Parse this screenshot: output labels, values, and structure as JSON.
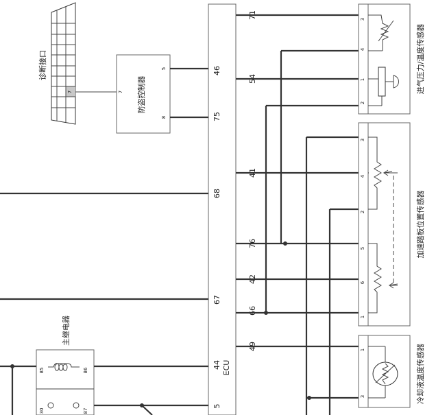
{
  "diagnostic_port": {
    "label": "诊断接口",
    "pin": "7"
  },
  "immobilizer": {
    "label": "防盗控制器",
    "pins": [
      "7",
      "5",
      "8"
    ]
  },
  "relay": {
    "label": "主继电器",
    "pins": [
      "85",
      "86",
      "30",
      "87"
    ]
  },
  "ecu": {
    "label": "ECU",
    "pins": [
      "71",
      "54",
      "46",
      "75",
      "41",
      "68",
      "76",
      "42",
      "67",
      "66",
      "49",
      "44",
      "5"
    ]
  },
  "map_sensor": {
    "label": "进气压力/温度传感器",
    "pins": [
      "3",
      "4",
      "1",
      "2"
    ]
  },
  "pedal_sensor": {
    "label": "加速踏板位置传感器",
    "pins": [
      "3",
      "4",
      "2",
      "5",
      "6",
      "1"
    ]
  },
  "coolant_sensor": {
    "label": "冷却液温度传感器",
    "pins": [
      "1",
      "3"
    ]
  },
  "colors": {
    "wire": "#333333",
    "box_border": "#666666",
    "highlight": "#c8c8c8"
  }
}
